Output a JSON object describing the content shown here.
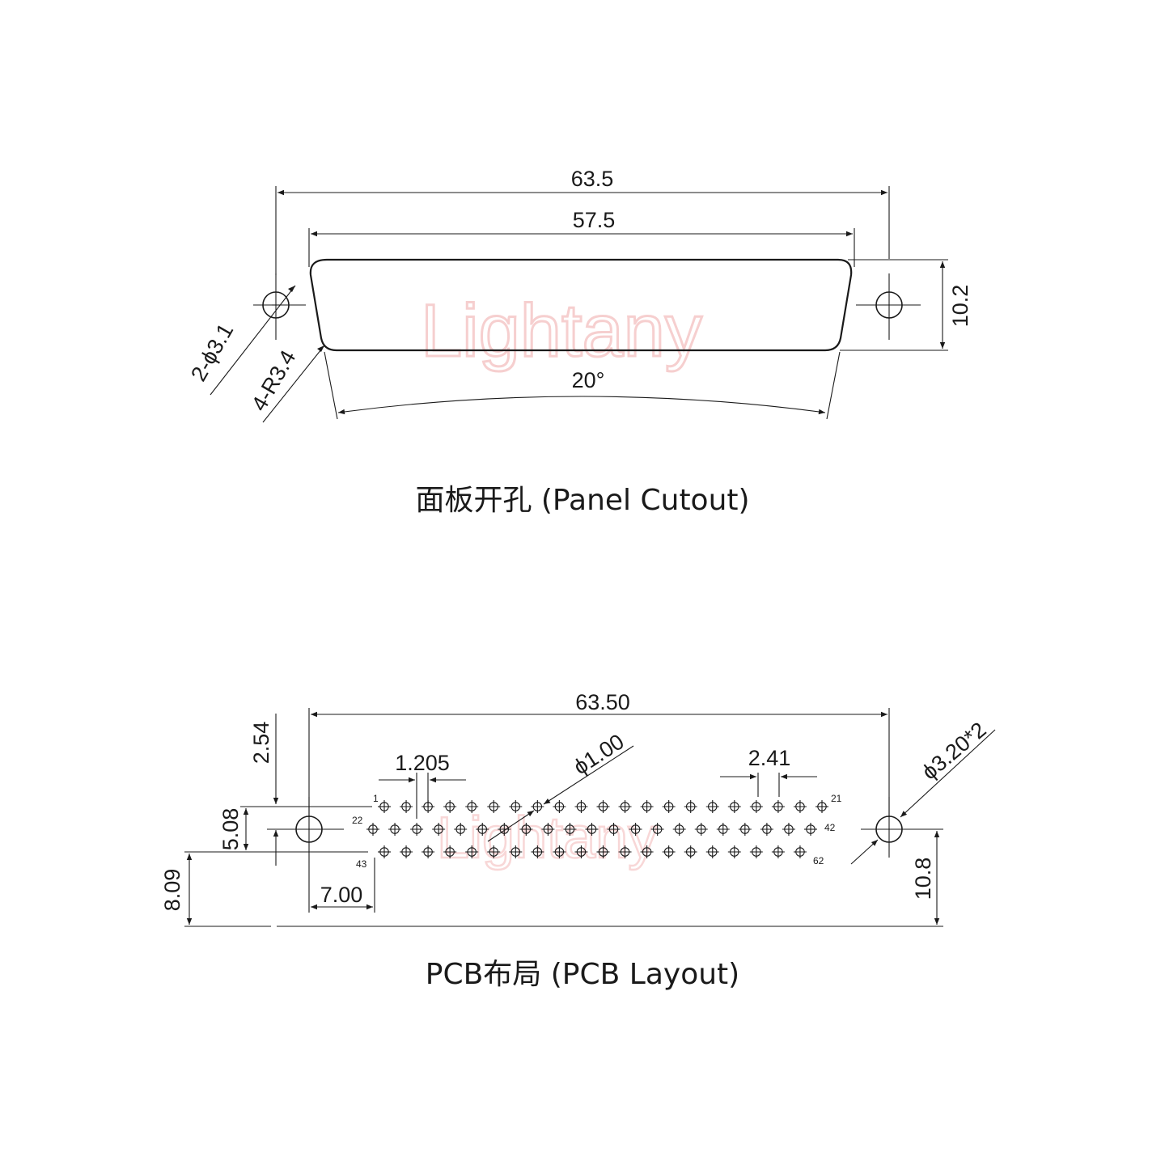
{
  "watermark": "Lightany",
  "panel_cutout": {
    "caption": "面板开孔 (Panel Cutout)",
    "dim_overall_width": "63.5",
    "dim_shell_width": "57.5",
    "dim_height": "10.2",
    "dim_mount_hole": "2-ϕ3.1",
    "dim_corner_radius": "4-R3.4",
    "dim_angle": "20°"
  },
  "pcb_layout": {
    "caption": "PCB布局 (PCB Layout)",
    "dim_overall_width": "63.50",
    "dim_row_pitch": "2.54",
    "dim_stagger": "1.205",
    "dim_pin_hole": "ϕ1.00",
    "dim_pin_pitch": "2.41",
    "dim_mount_hole": "ϕ3.20*2",
    "dim_mount_spacing": "5.08",
    "dim_bottom_offset": "8.09",
    "dim_edge_offset": "7.00",
    "dim_mount_height": "10.8",
    "pin_labels": {
      "row1_start": "1",
      "row1_end": "21",
      "row2_start": "22",
      "row2_end": "42",
      "row3_start": "43",
      "row3_end": "62"
    },
    "rows": [
      {
        "name": "row-1",
        "count": 21
      },
      {
        "name": "row-2",
        "count": 21
      },
      {
        "name": "row-3",
        "count": 20
      }
    ]
  }
}
